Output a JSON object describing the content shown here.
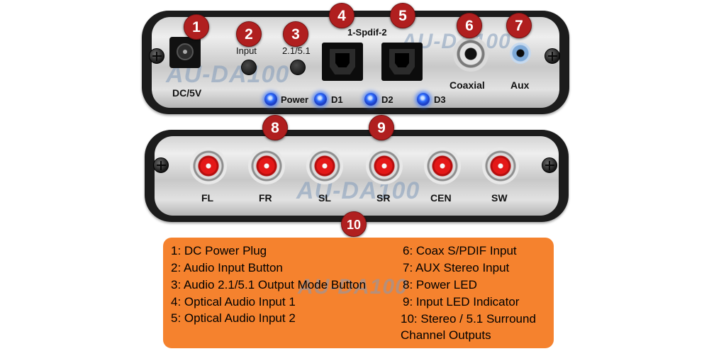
{
  "badges": [
    "1",
    "2",
    "3",
    "4",
    "5",
    "6",
    "7",
    "8",
    "9",
    "10"
  ],
  "top_panel": {
    "labels": {
      "dc": "DC/5V",
      "input": "Input",
      "mode": "2.1/5.1",
      "spdif": "1-Spdif-2",
      "coaxial": "Coaxial",
      "aux": "Aux"
    },
    "leds": [
      "Power",
      "D1",
      "D2",
      "D3"
    ]
  },
  "bottom_panel": {
    "channels": [
      "FL",
      "FR",
      "SL",
      "SR",
      "CEN",
      "SW"
    ]
  },
  "watermark": "AU-DA100",
  "legend": {
    "left": [
      "1: DC Power Plug",
      "2: Audio Input Button",
      "3: Audio 2.1/5.1 Output Mode Button",
      "4: Optical Audio Input 1",
      "5: Optical Audio Input 2"
    ],
    "right": [
      "6: Coax S/PDIF Input",
      "7: AUX Stereo Input",
      "8: Power LED",
      "9: Input LED Indicator",
      "10: Stereo / 5.1 Surround",
      "Channel Outputs"
    ]
  },
  "colors": {
    "badge": "#b01f1f",
    "legend_bg": "#f5822e",
    "led": "#2f6dfd",
    "rca_center": "#e41818"
  }
}
